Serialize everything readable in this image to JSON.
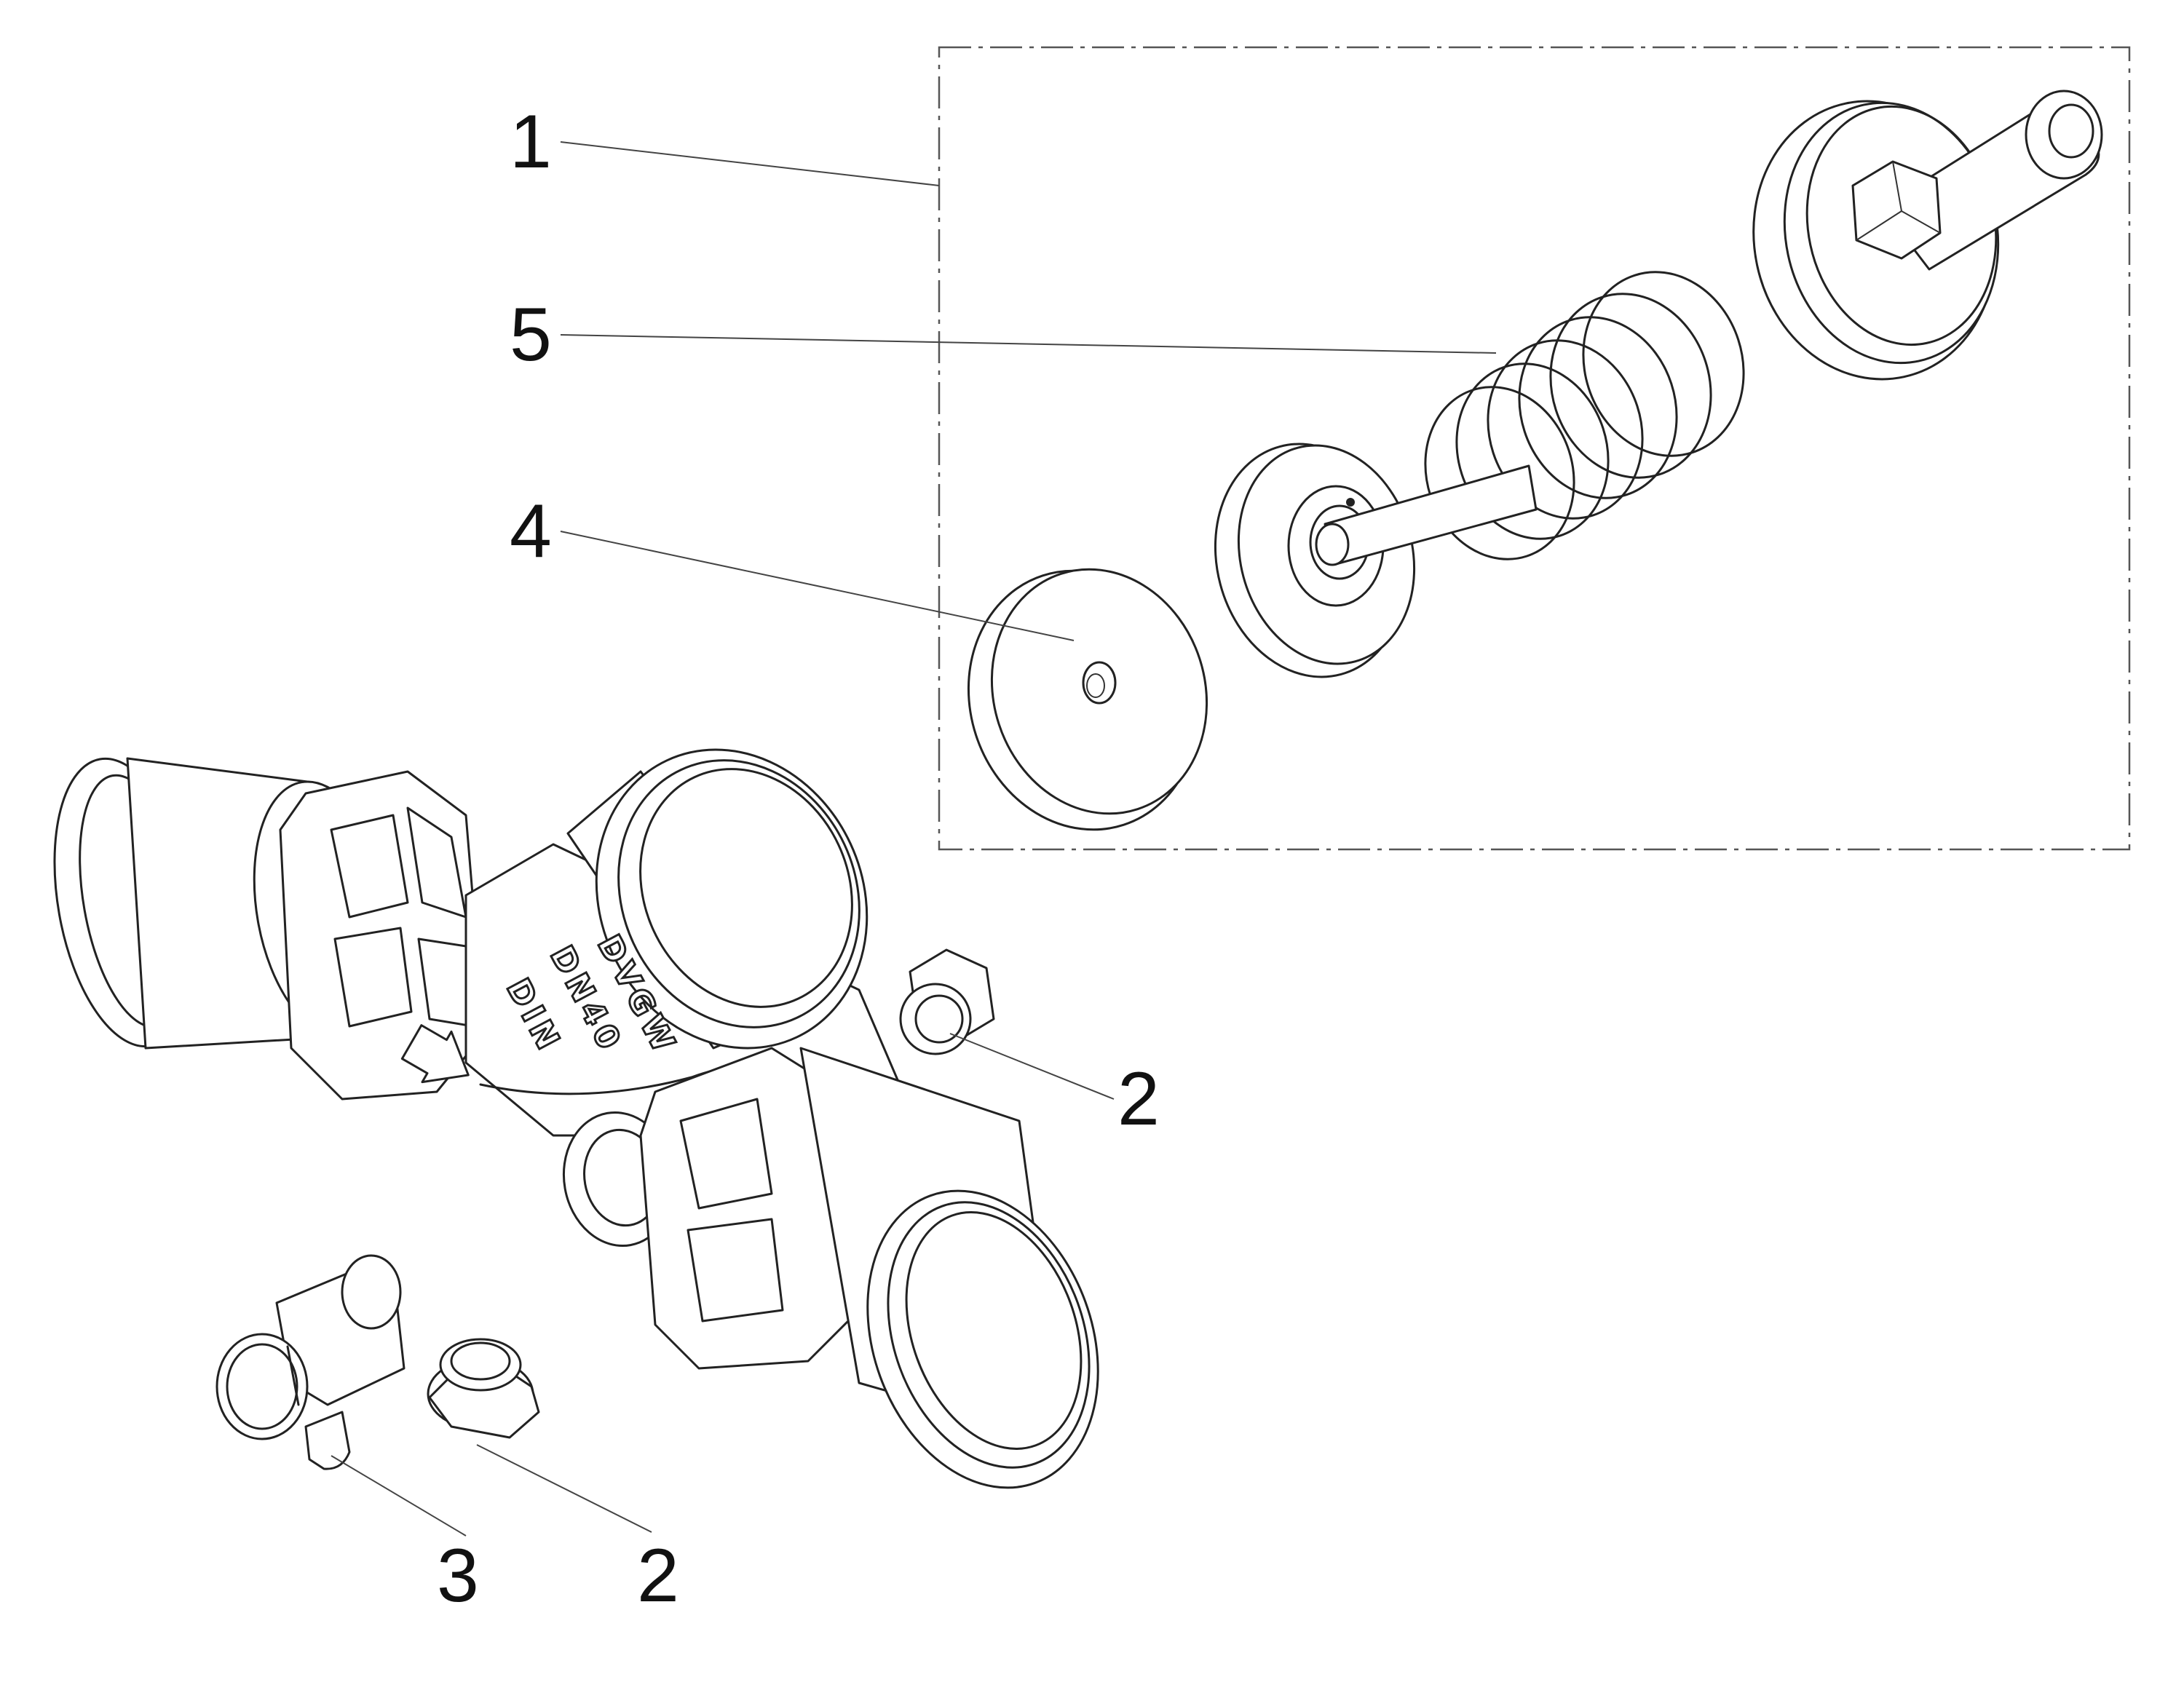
{
  "callouts": [
    {
      "id": "kit",
      "label": "1"
    },
    {
      "id": "plug-upper",
      "label": "2"
    },
    {
      "id": "plug-lower",
      "label": "2"
    },
    {
      "id": "drain",
      "label": "3"
    },
    {
      "id": "disc",
      "label": "4"
    },
    {
      "id": "spring",
      "label": "5"
    }
  ],
  "body_markings": {
    "line1": "DVGW",
    "line2": "DN40",
    "line3": "DIN"
  },
  "colors": {
    "line": "#222222",
    "background": "#ffffff"
  }
}
